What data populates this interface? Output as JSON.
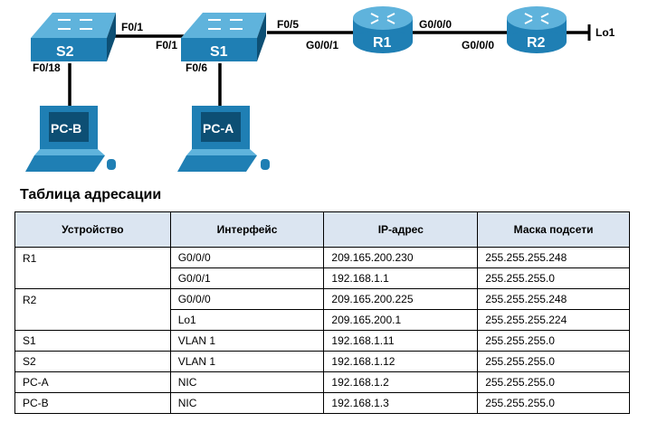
{
  "topology": {
    "devices": {
      "s2": "S2",
      "s1": "S1",
      "r1": "R1",
      "r2": "R2",
      "pc_b": "PC-B",
      "pc_a": "PC-A"
    },
    "ports": {
      "s2_f01": "F0/1",
      "s1_f01": "F0/1",
      "s1_f05": "F0/5",
      "r1_g001": "G0/0/1",
      "r1_g000": "G0/0/0",
      "r2_g000": "G0/0/0",
      "s2_f018": "F0/18",
      "s1_f06": "F0/6",
      "r2_lo1": "Lo1"
    }
  },
  "table": {
    "title": "Таблица адресации",
    "headers": [
      "Устройство",
      "Интерфейс",
      "IP-адрес",
      "Маска подсети"
    ],
    "groups": [
      {
        "device": "R1",
        "rows": [
          {
            "iface": "G0/0/0",
            "ip": "209.165.200.230",
            "mask": "255.255.255.248"
          },
          {
            "iface": "G0/0/1",
            "ip": "192.168.1.1",
            "mask": "255.255.255.0"
          }
        ]
      },
      {
        "device": "R2",
        "rows": [
          {
            "iface": "G0/0/0",
            "ip": "209.165.200.225",
            "mask": "255.255.255.248"
          },
          {
            "iface": "Lo1",
            "ip": "209.165.200.1",
            "mask": "255.255.255.224"
          }
        ]
      },
      {
        "device": "S1",
        "rows": [
          {
            "iface": "VLAN 1",
            "ip": "192.168.1.11",
            "mask": "255.255.255.0"
          }
        ]
      },
      {
        "device": "S2",
        "rows": [
          {
            "iface": "VLAN 1",
            "ip": "192.168.1.12",
            "mask": "255.255.255.0"
          }
        ]
      },
      {
        "device": "PC-A",
        "rows": [
          {
            "iface": "NIC",
            "ip": "192.168.1.2",
            "mask": "255.255.255.0"
          }
        ]
      },
      {
        "device": "PC-B",
        "rows": [
          {
            "iface": "NIC",
            "ip": "192.168.1.3",
            "mask": "255.255.255.0"
          }
        ]
      }
    ]
  },
  "colors": {
    "device_fill": "#1f7fb4",
    "device_top": "#5fb3dc",
    "device_dark": "#0d4f74",
    "link": "#000000",
    "header_bg": "#dbe5f1"
  }
}
